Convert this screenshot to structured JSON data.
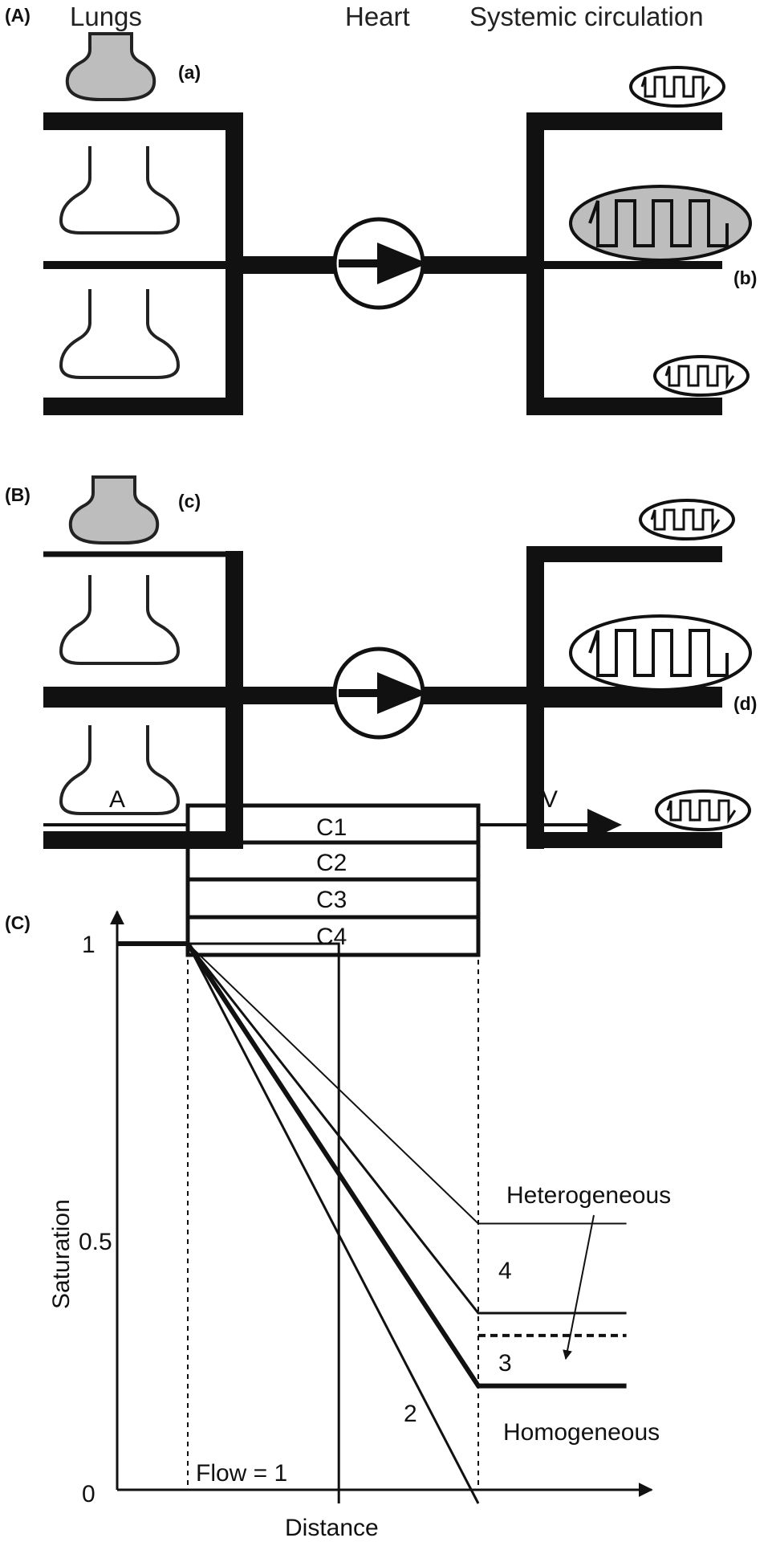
{
  "panel_A": {
    "tag": "(A)",
    "header_lungs": "Lungs",
    "header_heart": "Heart",
    "header_systemic": "Systemic circulation",
    "label_a": "(a)",
    "label_b": "(b)"
  },
  "panel_B": {
    "tag": "(B)",
    "label_c": "(c)",
    "label_d": "(d)"
  },
  "panel_C": {
    "tag": "(C)",
    "artery": "A",
    "vein": "V",
    "capillaries": [
      "C1",
      "C2",
      "C3",
      "C4"
    ]
  },
  "chart_data": {
    "type": "line",
    "xlabel": "Distance",
    "ylabel": "Saturation",
    "ytick_labels": [
      "1",
      "0.5",
      "0"
    ],
    "ylim": [
      0,
      1
    ],
    "flow_label": "Flow = 1",
    "series": [
      {
        "name": "Flow = 1",
        "points": [
          [
            0,
            1
          ],
          [
            0.52,
            1.0
          ],
          [
            0.52,
            0.0
          ]
        ]
      },
      {
        "name": "2",
        "points": [
          [
            0,
            1
          ],
          [
            1,
            0
          ]
        ]
      },
      {
        "name": "Homogeneous",
        "points": [
          [
            0,
            1
          ],
          [
            1,
            0.21
          ],
          [
            1.51,
            0.21
          ]
        ]
      },
      {
        "name": "3",
        "points": [
          [
            0,
            1
          ],
          [
            1,
            0.34
          ],
          [
            1.51,
            0.34
          ]
        ]
      },
      {
        "name": "4",
        "points": [
          [
            0,
            1
          ],
          [
            1,
            0.5
          ],
          [
            1.51,
            0.5
          ]
        ]
      },
      {
        "name": "Heterogeneous",
        "points": [
          [
            1,
            0.3
          ],
          [
            1.51,
            0.3
          ]
        ]
      }
    ],
    "annotations": [
      "Heterogeneous",
      "Homogeneous",
      "2",
      "3",
      "4"
    ]
  }
}
